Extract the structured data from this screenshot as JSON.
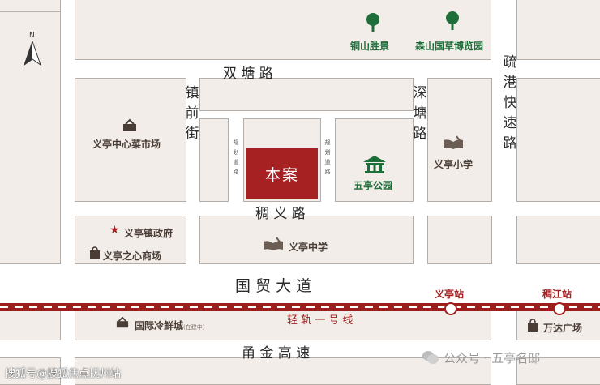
{
  "map": {
    "roads": {
      "shuangtang": "双 塘 路",
      "chouyi": "稠 义 路",
      "guomao": "国 贸 大 道",
      "yongjin": "甬 金 高 速",
      "zhenqian": "镇前街",
      "shentang": "深塘路",
      "shugang": "疏港快速路",
      "planned_left": "规划道路",
      "planned_right": "规划道路"
    },
    "project": "本案",
    "pois": {
      "tongshan": "铜山胜景",
      "senshan": "森山国草博览园",
      "vegetable_market": "义亭中心菜市场",
      "wuting_park": "五亭公园",
      "primary_school": "义亭小学",
      "government": "义亭镇政府",
      "mall": "义亭之心商场",
      "middle_school": "义亭中学",
      "cold_market": "国际冷鲜城",
      "cold_market_note": "(在建中)",
      "wanda": "万达广场"
    },
    "rail": {
      "line_label": "轻 轨 一 号 线",
      "station1": "义亭站",
      "station2": "稠江站"
    },
    "north": "N",
    "watermark_left": "搜狐号@搜狐焦点抚州站",
    "watermark_right": "公众号 · 五亭名邸",
    "colors": {
      "block_fill": "#f2ede9",
      "block_border": "#b5ada8",
      "project_red": "#a62121",
      "rail_red": "#9e1d1d",
      "park_green": "#1e6e3a"
    }
  }
}
